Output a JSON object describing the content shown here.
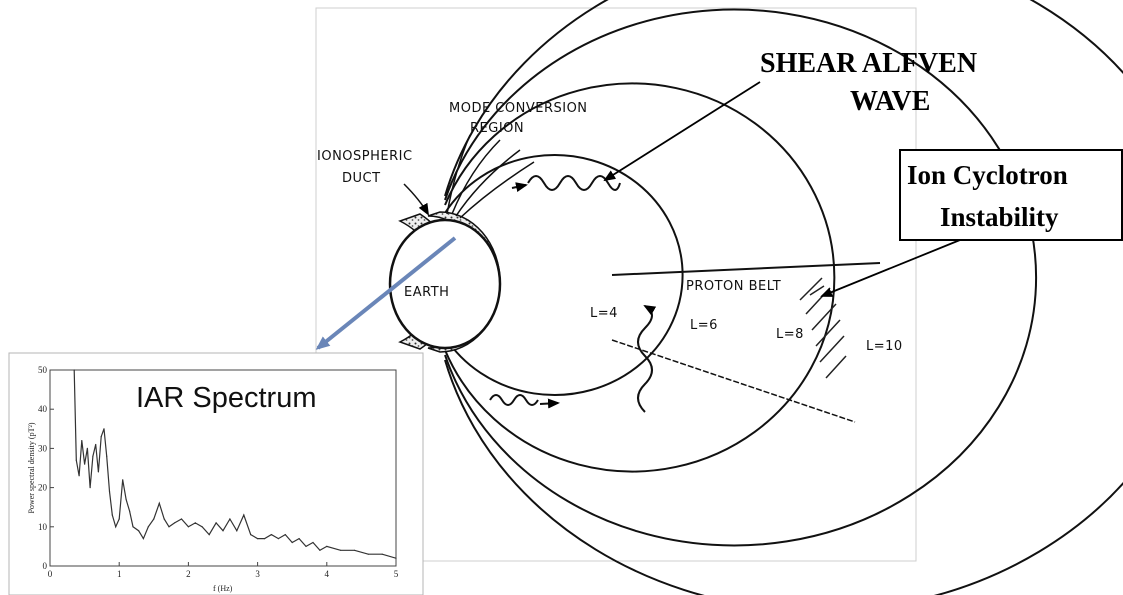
{
  "diagram": {
    "labels": {
      "mode_conversion": [
        "MODE CONVERSION",
        "REGION"
      ],
      "ionospheric_duct": [
        "IONOSPHERIC",
        "DUCT"
      ],
      "earth": "EARTH",
      "proton_belt": "PROTON BELT",
      "l4": "L=4",
      "l6": "L=6",
      "l8": "L=8",
      "l10": "L=10"
    },
    "callouts": {
      "shear_alfven": [
        "SHEAR ALFVEN",
        "WAVE"
      ],
      "ion_cyclotron": [
        "Ion Cyclotron",
        "Instability"
      ]
    }
  },
  "spectrum": {
    "title": "IAR Spectrum",
    "ylabel": "Power spectral density (pT²)",
    "xlabel": "f (Hz)",
    "xticks": [
      "0",
      "1",
      "2",
      "3",
      "4",
      "5"
    ],
    "yticks": [
      "0",
      "10",
      "20",
      "30",
      "40",
      "50"
    ]
  },
  "chart_data": {
    "type": "line",
    "title": "IAR Spectrum",
    "xlabel": "f (Hz)",
    "ylabel": "Power spectral density (pT²)",
    "xlim": [
      0,
      5
    ],
    "ylim": [
      0,
      50
    ],
    "x": [
      0.35,
      0.38,
      0.42,
      0.46,
      0.5,
      0.54,
      0.58,
      0.62,
      0.66,
      0.7,
      0.74,
      0.78,
      0.82,
      0.86,
      0.9,
      0.95,
      1.0,
      1.05,
      1.1,
      1.15,
      1.2,
      1.28,
      1.35,
      1.42,
      1.5,
      1.58,
      1.65,
      1.72,
      1.8,
      1.9,
      2.0,
      2.1,
      2.2,
      2.3,
      2.4,
      2.5,
      2.6,
      2.7,
      2.8,
      2.9,
      3.0,
      3.1,
      3.2,
      3.3,
      3.4,
      3.5,
      3.6,
      3.7,
      3.8,
      3.9,
      4.0,
      4.2,
      4.4,
      4.6,
      4.8,
      5.0
    ],
    "y": [
      50,
      27,
      23,
      32,
      26,
      30,
      20,
      28,
      31,
      24,
      33,
      35,
      28,
      19,
      13,
      10,
      12,
      22,
      17,
      14,
      10,
      9,
      7,
      10,
      12,
      16,
      12,
      10,
      11,
      12,
      10,
      11,
      10,
      8,
      11,
      9,
      12,
      9,
      13,
      8,
      7,
      7,
      8,
      7,
      8,
      6,
      7,
      5,
      6,
      4,
      5,
      4,
      4,
      3,
      3,
      2
    ]
  }
}
